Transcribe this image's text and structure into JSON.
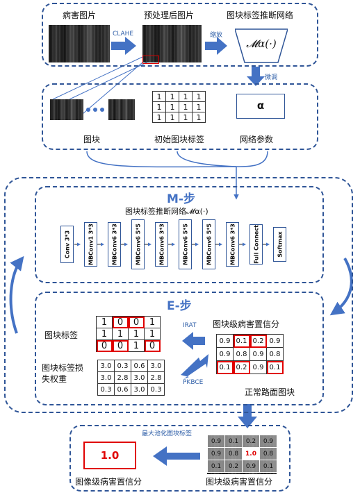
{
  "top": {
    "disease_image": "病害图片",
    "preprocessed_image": "预处理后图片",
    "patch_label_network": "图块标签推断网络",
    "clahe": "CLAHE",
    "scale": "缩放",
    "finetune": "微调",
    "model_symbol": "𝓜α(·)"
  },
  "row2": {
    "patches": "图块",
    "initial_labels": "初始图块标签",
    "network_params": "网络参数",
    "alpha": "α",
    "initial_grid": [
      [
        "1",
        "1",
        "1",
        "1"
      ],
      [
        "1",
        "1",
        "1",
        "1"
      ],
      [
        "1",
        "1",
        "1",
        "1"
      ]
    ]
  },
  "m_step": {
    "title": "M-步",
    "subtitle": "图块标签推断网络𝓜α(·)",
    "layers": [
      "Conv 3*3",
      "MBConv1 3*3",
      "MBConv6 3*3",
      "MBConv6 5*5",
      "MBConv6 3*3",
      "MBConv6 5*5",
      "MBConv6 5*5",
      "MBConv6 3*3",
      "Full Connect",
      "Softmax"
    ]
  },
  "e_step": {
    "title": "E-步",
    "patch_labels": "图块标签",
    "loss_weights_line1": "图块标签损",
    "loss_weights_line2": "失权重",
    "patch_confidence": "图块级病害置信分",
    "irat": "IRAT",
    "pkbce": "PKBCE",
    "normal_road": "正常路面图块",
    "labels_grid": [
      [
        "1",
        "0",
        "0",
        "1"
      ],
      [
        "1",
        "1",
        "1",
        "1"
      ],
      [
        "0",
        "0",
        "1",
        "0"
      ]
    ],
    "weights_grid": [
      [
        "3.0",
        "0.3",
        "0.6",
        "3.0"
      ],
      [
        "3.0",
        "2.8",
        "3.0",
        "2.8"
      ],
      [
        "0.3",
        "0.6",
        "3.0",
        "0.3"
      ]
    ],
    "conf_grid": [
      [
        "0.9",
        "0.1",
        "0.2",
        "0.9"
      ],
      [
        "0.9",
        "0.8",
        "0.9",
        "0.8"
      ],
      [
        "0.1",
        "0.2",
        "0.9",
        "0.1"
      ]
    ]
  },
  "bottom": {
    "max_pool": "最大池化图块标签",
    "image_score": "1.0",
    "image_conf_label": "图像级病害置信分",
    "patch_conf_label": "图块级病害置信分",
    "overlay_grid": [
      [
        "0.9",
        "0.1",
        "0.2",
        "0.9"
      ],
      [
        "0.9",
        "0.8",
        "1.0",
        "0.8"
      ],
      [
        "0.1",
        "0.2",
        "0.9",
        "0.1"
      ]
    ]
  },
  "colors": {
    "accent": "#2f5597",
    "arrow": "#4472c4",
    "highlight": "#e00000"
  }
}
